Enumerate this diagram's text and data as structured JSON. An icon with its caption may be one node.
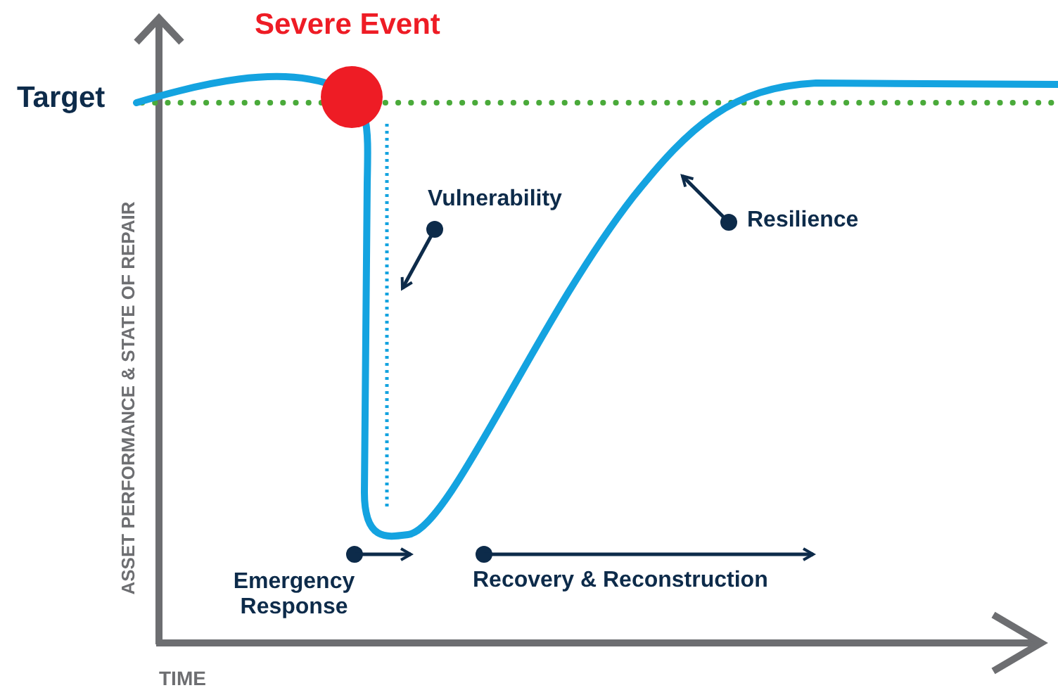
{
  "diagram": {
    "labels": [
      "Severe Event",
      "Target",
      "Vulnerability",
      "Resilience",
      "ASSET PERFORMANCE & STATE OF REPAIR",
      "Emergency Response",
      "Recovery & Reconstruction",
      "TIME"
    ]
  }
}
